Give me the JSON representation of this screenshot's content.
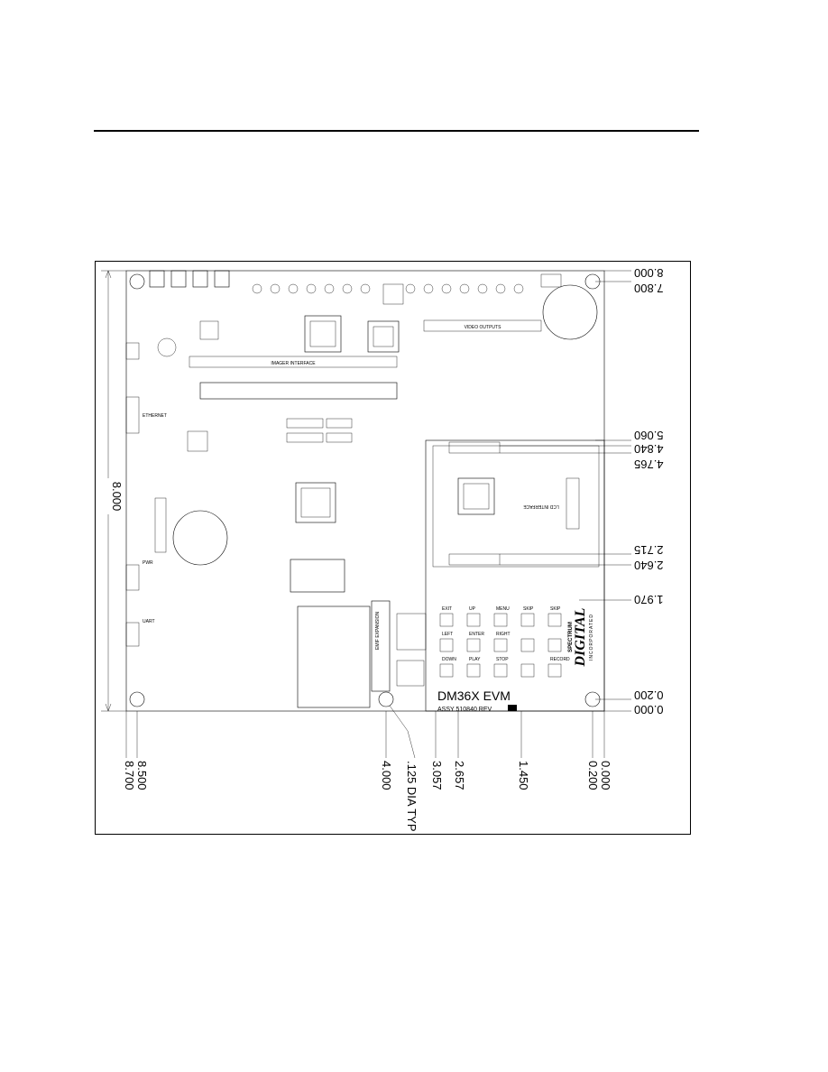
{
  "board": {
    "name": "DM36X EVM",
    "assy": "ASSY 510840 REV",
    "brand_top": "SPECTRUM",
    "brand_main": "DIGITAL",
    "brand_sub": "INCORPORATED",
    "labels": {
      "video_outputs": "VIDEO OUTPUTS",
      "imager_interface": "IMAGER INTERFACE",
      "lcd_interface": "LCD INTERFACE",
      "emif_expansion": "EMIF EXPANSION",
      "uart": "UART",
      "ethernet": "ETHERNET",
      "power": "PWR"
    },
    "buttons": [
      "EXIT",
      "UP",
      "MENU",
      "SKIP",
      "SKIP",
      "LEFT",
      "ENTER",
      "RIGHT",
      "DOWN",
      "PLAY",
      "STOP",
      "RECORD"
    ]
  },
  "dimensions": {
    "right": [
      "8.000",
      "7.800",
      "5.060",
      "4.840",
      "4.765",
      "2.715",
      "2.640",
      "1.970",
      "0.200",
      "0.000"
    ],
    "bottom": [
      "8.700",
      "8.500",
      "4.000",
      ".125 DIA TYP",
      "3.057",
      "2.657",
      "1.450",
      "0.200",
      "0.000"
    ],
    "left_overall": "8.000"
  }
}
